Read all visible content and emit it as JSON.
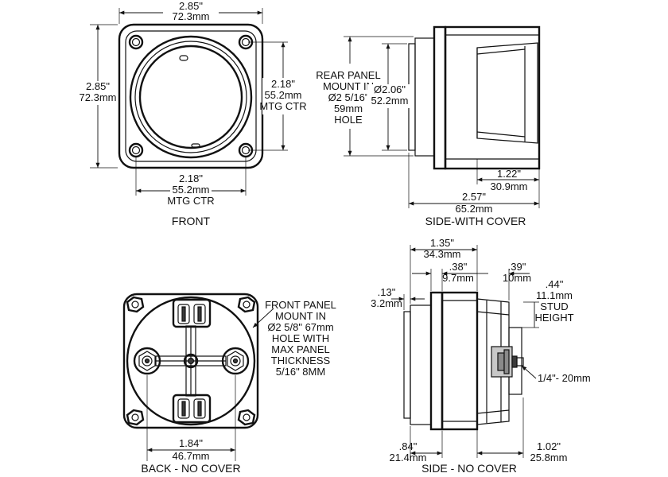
{
  "front": {
    "view_label": "FRONT",
    "width_in": "2.85\"",
    "width_mm": "72.3mm",
    "height_in": "2.85\"",
    "height_mm": "72.3mm",
    "mtg_v_in": "2.18\"",
    "mtg_v_mm": "55.2mm",
    "mtg_v_ctr": "MTG CTR",
    "mtg_h_in": "2.18\"",
    "mtg_h_mm": "55.2mm",
    "mtg_h_ctr": "MTG CTR"
  },
  "side_cover": {
    "view_label": "SIDE-WITH COVER",
    "rear_panel_lines": [
      "REAR PANEL",
      "MOUNT IN",
      "Ø2 5/16\"",
      "59mm",
      "HOLE"
    ],
    "dia_in": "Ø2.06\"",
    "dia_mm": "52.2mm",
    "depth1_in": "1.22\"",
    "depth1_mm": "30.9mm",
    "total_in": "2.57\"",
    "total_mm": "65.2mm"
  },
  "back": {
    "view_label": "BACK - NO COVER",
    "front_panel_lines": [
      "FRONT PANEL",
      "MOUNT IN",
      "Ø2 5/8\"  67mm",
      "HOLE WITH",
      "MAX PANEL",
      "THICKNESS",
      "5/16\" 8MM"
    ],
    "stud_in": "1.84\"",
    "stud_mm": "46.7mm"
  },
  "side_nocover": {
    "view_label": "SIDE - NO COVER",
    "d135_in": "1.35\"",
    "d135_mm": "34.3mm",
    "d38_in": ".38\"",
    "d38_mm": "9.7mm",
    "d39_in": ".39\"",
    "d39_mm": "10mm",
    "d13_in": ".13\"",
    "d13_mm": "3.2mm",
    "stud_h_lines": [
      ".44\"",
      "11.1mm",
      "STUD",
      "HEIGHT"
    ],
    "thread": "1/4\"- 20mm",
    "d84_in": ".84\"",
    "d84_mm": "21.4mm",
    "d102_in": "1.02\"",
    "d102_mm": "25.8mm"
  }
}
